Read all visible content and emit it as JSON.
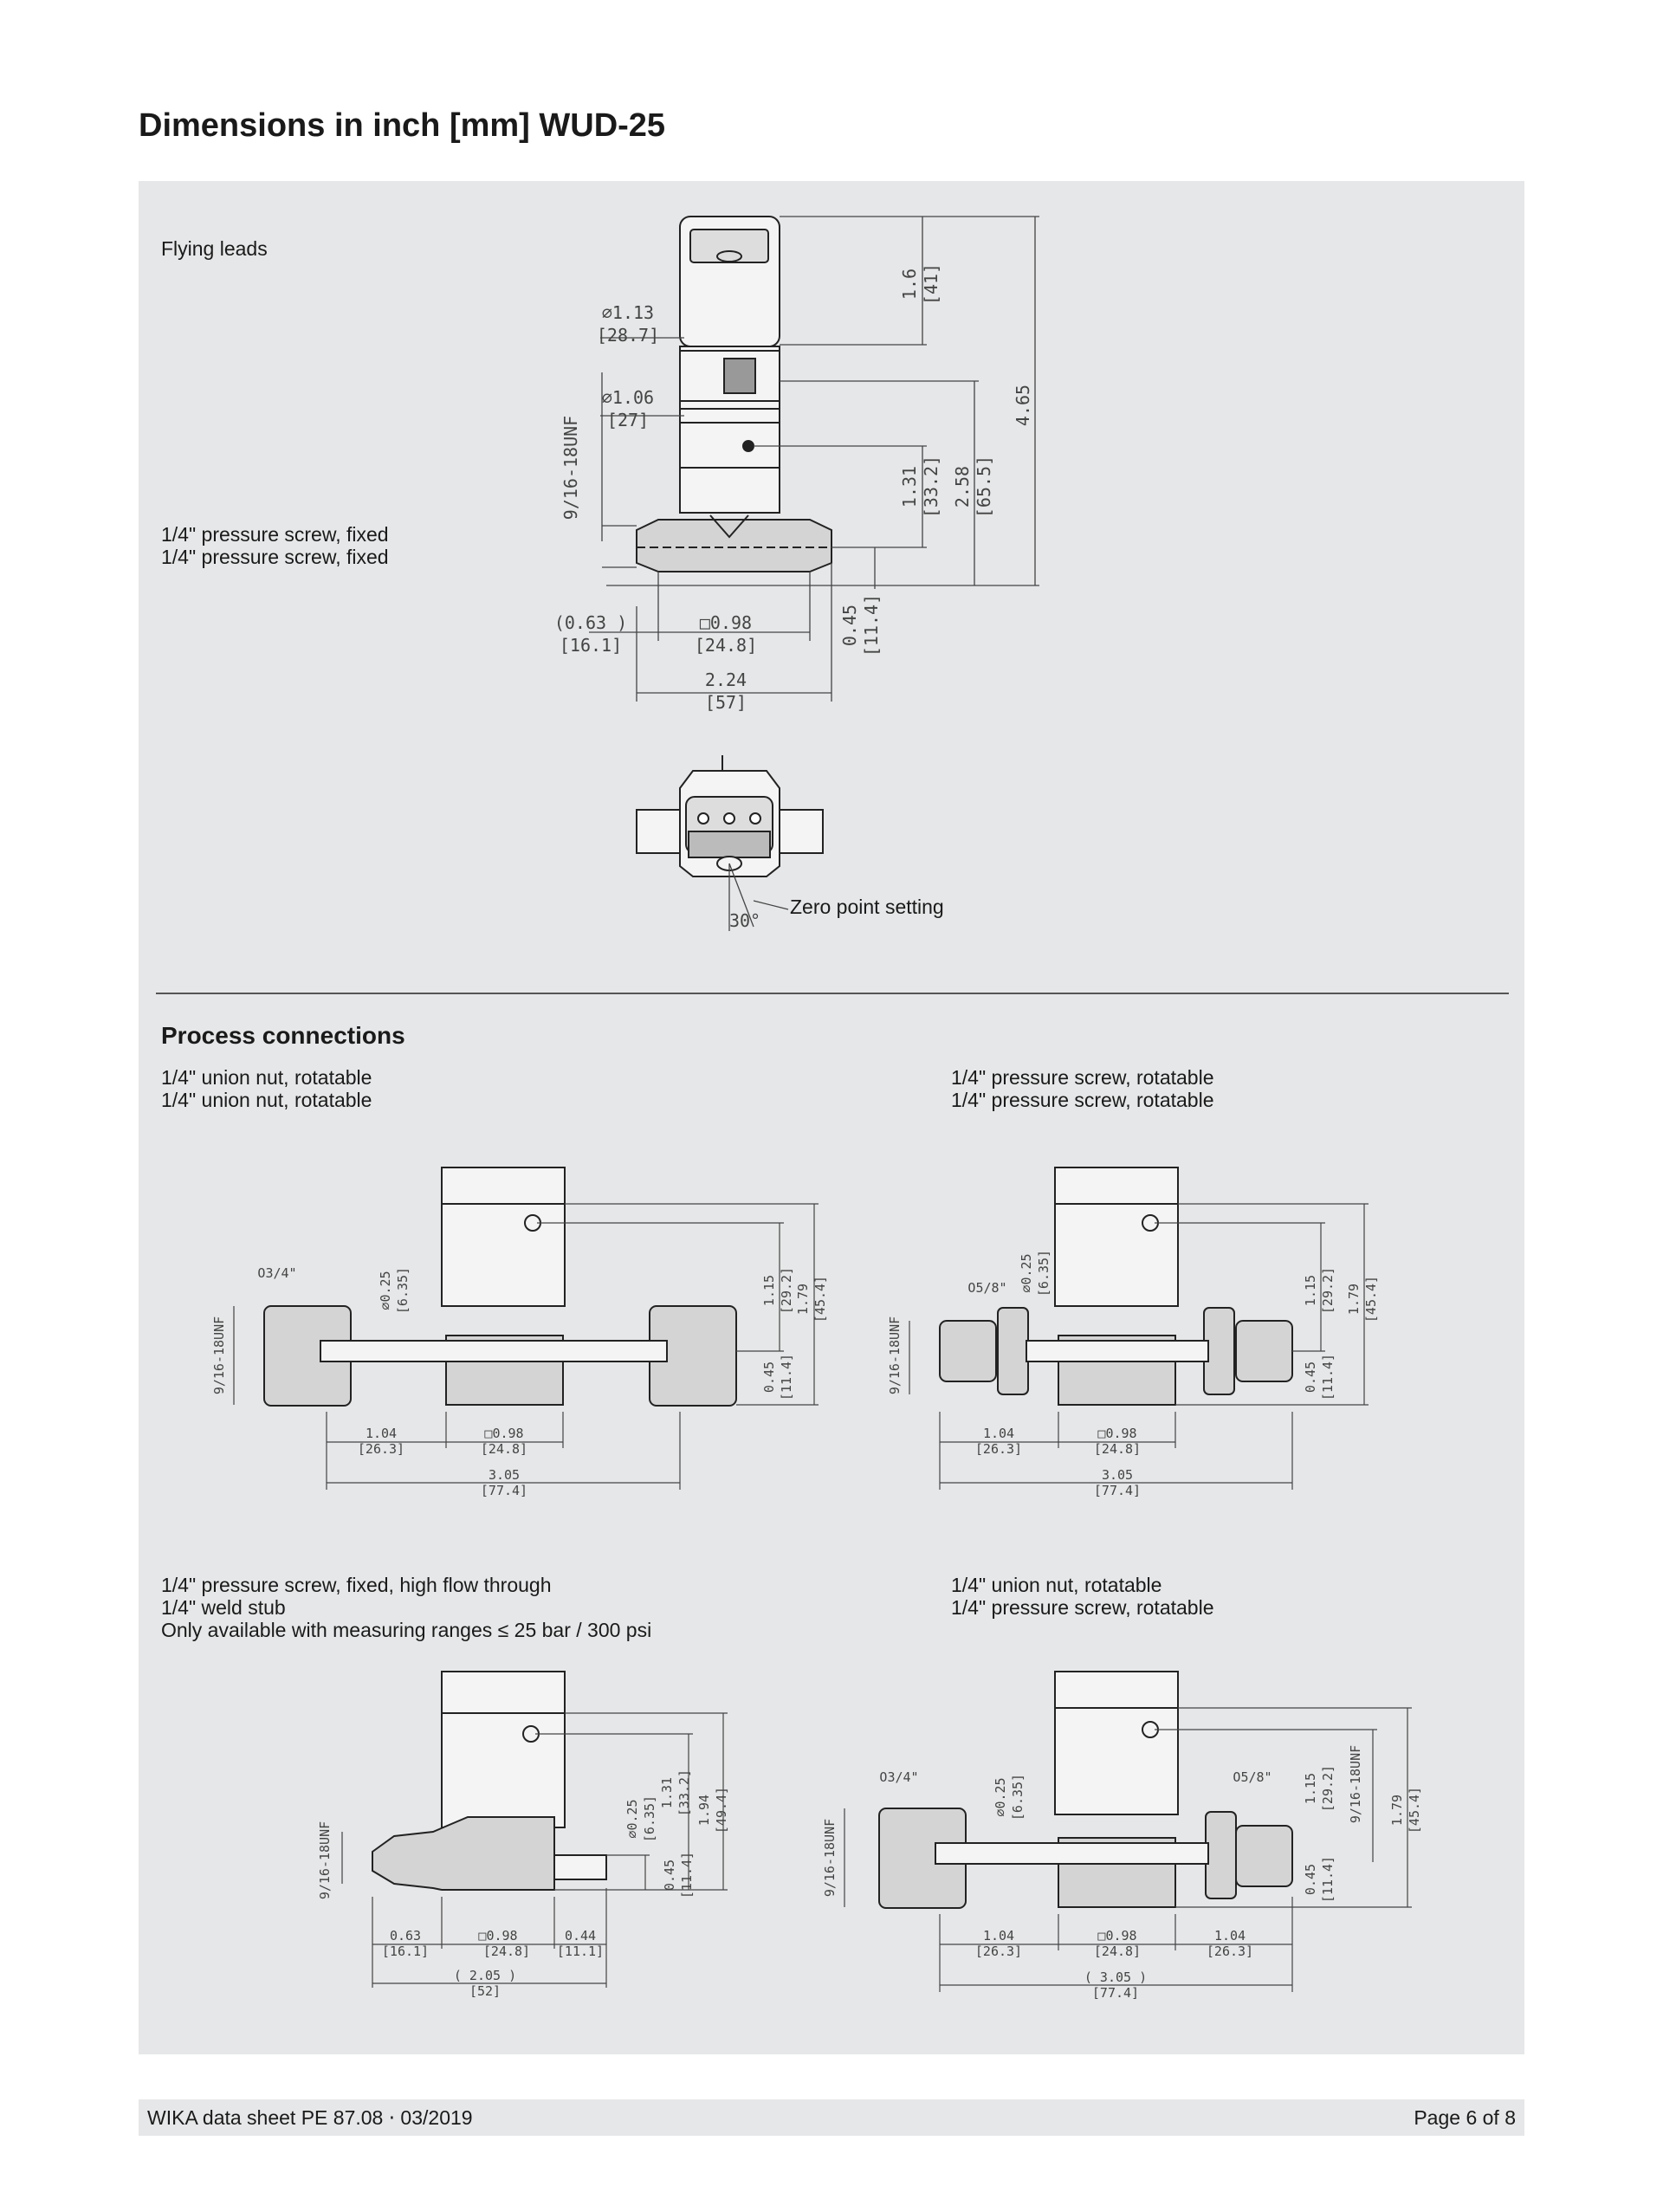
{
  "page": {
    "title": "Dimensions in inch [mm] WUD-25",
    "footer_left": "WIKA data sheet PE 87.08 ⋅ 03/2019",
    "footer_right": "Page 6 of 8"
  },
  "main_drawing": {
    "label": "Flying leads",
    "caption_line1": "1/4\" pressure screw, fixed",
    "caption_line2": "1/4\" pressure screw, fixed",
    "dims": {
      "d113": "⌀1.13",
      "d113_mm": "[28.7]",
      "d106": "⌀1.06",
      "d106_mm": "[27]",
      "thread": "9/16-18UNF",
      "h16": "1.6",
      "h16_mm": "[41]",
      "h465": "4.65",
      "h131": "1.31",
      "h131_mm": "[33.2]",
      "h258": "2.58",
      "h258_mm": "[65.5]",
      "h045": "0.45",
      "h045_mm": "[11.4]",
      "w063": "(0.63 )",
      "w063_mm": "[16.1]",
      "w098": "□0.98",
      "w098_mm": "[24.8]",
      "w224": "2.24",
      "w224_mm": "[57]"
    },
    "top_view_angle": "30°",
    "zero_point": "Zero point setting"
  },
  "process": {
    "heading": "Process connections",
    "a": {
      "line1": "1/4\" union nut, rotatable",
      "line2": "1/4\" union nut, rotatable",
      "nut": "O3/4\"",
      "thread": "9/16-18UNF",
      "d025": "⌀0.25",
      "d025_mm": "[6.35]",
      "h115": "1.15",
      "h115_mm": "[29.2]",
      "h179": "1.79",
      "h179_mm": "[45.4]",
      "h045": "0.45",
      "h045_mm": "[11.4]",
      "w104": "1.04",
      "w104_mm": "[26.3]",
      "w098": "□0.98",
      "w098_mm": "[24.8]",
      "w305": "3.05",
      "w305_mm": "[77.4]"
    },
    "b": {
      "line1": "1/4\" pressure screw, rotatable",
      "line2": "1/4\" pressure screw, rotatable",
      "nut": "O5/8\"",
      "thread": "9/16-18UNF",
      "d025": "⌀0.25",
      "d025_mm": "[6.35]",
      "h115": "1.15",
      "h115_mm": "[29.2]",
      "h179": "1.79",
      "h179_mm": "[45.4]",
      "h045": "0.45",
      "h045_mm": "[11.4]",
      "w104": "1.04",
      "w104_mm": "[26.3]",
      "w098": "□0.98",
      "w098_mm": "[24.8]",
      "w305": "3.05",
      "w305_mm": "[77.4]"
    },
    "c": {
      "line1": "1/4\" pressure screw, fixed, high flow through",
      "line2": "1/4\" weld stub",
      "line3": "Only available with measuring ranges ≤ 25 bar / 300 psi",
      "thread": "9/16-18UNF",
      "d025": "⌀0.25",
      "d025_mm": "[6.35]",
      "h131": "1.31",
      "h131_mm": "[33.2]",
      "h194": "1.94",
      "h194_mm": "[49.4]",
      "h045": "0.45",
      "h045_mm": "[11.4]",
      "w063": "0.63",
      "w063_mm": "[16.1]",
      "w098": "□0.98",
      "w098_mm": "[24.8]",
      "w044": "0.44",
      "w044_mm": "[11.1]",
      "w205": "( 2.05 )",
      "w205_mm": "[52]"
    },
    "d": {
      "line1": "1/4\" union nut, rotatable",
      "line2": "1/4\" pressure screw, rotatable",
      "nut_l": "O3/4\"",
      "nut_r": "O5/8\"",
      "thread_l": "9/16-18UNF",
      "thread_r": "9/16-18UNF",
      "d025": "⌀0.25",
      "d025_mm": "[6.35]",
      "h115": "1.15",
      "h115_mm": "[29.2]",
      "h179": "1.79",
      "h179_mm": "[45.4]",
      "h045": "0.45",
      "h045_mm": "[11.4]",
      "w104l": "1.04",
      "w104l_mm": "[26.3]",
      "w098": "□0.98",
      "w098_mm": "[24.8]",
      "w104r": "1.04",
      "w104r_mm": "[26.3]",
      "w305": "( 3.05 )",
      "w305_mm": "[77.4]"
    }
  }
}
